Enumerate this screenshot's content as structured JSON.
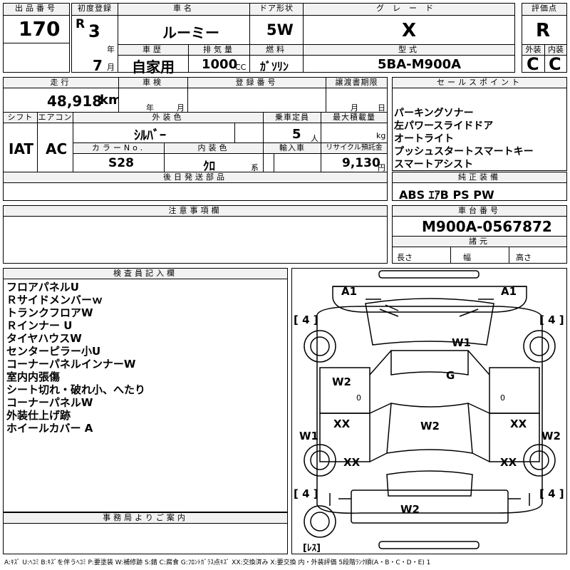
{
  "headers": {
    "lot": "出品番号",
    "first_reg": "初度登録",
    "car_name": "車名",
    "door": "ドア形状",
    "grade": "グレード",
    "score": "評価点",
    "history": "車歴",
    "displacement": "排気量",
    "fuel": "燃料",
    "model_code": "型式",
    "exterior": "外装",
    "interior": "内装",
    "mileage": "走行",
    "inspection": "車検",
    "reg_no": "登録番号",
    "transfer": "譲渡書期限",
    "sales_points": "セールスポイント",
    "shift": "シフト",
    "ac": "エアコン",
    "color": "外装色",
    "capacity": "乗車定員",
    "max_load": "最大積載量",
    "color_no": "カラーNo.",
    "int_color": "内装色",
    "import": "輸入車",
    "recycle": "リサイクル預託金",
    "later_parts": "後日発送部品",
    "genuine": "純正装備",
    "notes": "注意事項欄",
    "chassis": "車台番号",
    "specs": "諸元",
    "inspector": "検査員記入欄",
    "office": "事務局よりご案内"
  },
  "vehicle": {
    "lot_number": "170",
    "era": "R",
    "year": "3",
    "year_unit": "年",
    "month": "7",
    "month_unit": "月",
    "car_name": "ルーミー",
    "door": "5W",
    "grade": "X",
    "score": "R",
    "history": "自家用",
    "displacement": "1000",
    "cc": "CC",
    "fuel": "ｶﾞｿﾘﾝ",
    "model_code": "5BA-M900A",
    "exterior_grade": "C",
    "interior_grade": "C",
    "mileage": "48,918",
    "km": "km",
    "insp_year_unit": "年",
    "insp_month_unit": "月",
    "transfer_month": "月",
    "transfer_day": "日",
    "shift": "IAT",
    "ac": "AC",
    "color": "ｼﾙﾊﾞｰ",
    "capacity": "5",
    "person_unit": "人",
    "kg": "kg",
    "color_no": "S28",
    "int_color": "ｸﾛ",
    "int_suffix": "系",
    "recycle": "9,130",
    "yen": "円",
    "genuine": "ABS ｴｱB PS PW",
    "chassis": "M900A-0567872",
    "length": "長さ",
    "width": "幅",
    "height": "高さ"
  },
  "sales_points": [
    "パーキングソナー",
    "左パワースライドドア",
    "オートライト",
    "プッシュスタートスマートキー",
    "スマートアシスト"
  ],
  "inspector_notes": [
    "フロアパネルU",
    "Ｒサイドメンバーｗ",
    "トランクフロアW",
    "Ｒインナー U",
    "タイヤハウスW",
    "センターピラー小U",
    "コーナーパネルインナーW",
    "室内内張傷",
    "シート切れ・破れ小、へたり",
    "コーナーパネルW",
    "外装仕上げ跡",
    "ホイールカバー A"
  ],
  "diagram": {
    "a1_left": "A1",
    "a1_right": "A1",
    "w1_top": "W1",
    "g": "G",
    "w2_left": "W2",
    "w2_center": "W2",
    "w2_bottom": "W2",
    "xx_left": "XX",
    "xx_right": "XX",
    "xx_left2": "XX",
    "xx_right2": "XX",
    "w1_left": "W1",
    "w2_right": "W2",
    "zero_left": "0",
    "zero_right": "0",
    "tire_fl": "[ 4 ]",
    "tire_fr": "[ 4 ]",
    "tire_rl": "[ 4 ]",
    "tire_rr": "[ 4 ]",
    "less": "[ﾚｽ]"
  },
  "legend": "A:ｷｽﾞ U:ﾍｺﾐ B:ｷｽﾞを伴うﾍｺﾐ P:要塗装 W:補修跡 S:錆 C:腐食 G:ﾌﾛﾝﾄｶﾞﾗｽ点ｷｽﾞ XX:交換済み X:要交換 内・外装評価 5段階ﾗﾝｸ順(A・B・C・D・E) 1"
}
